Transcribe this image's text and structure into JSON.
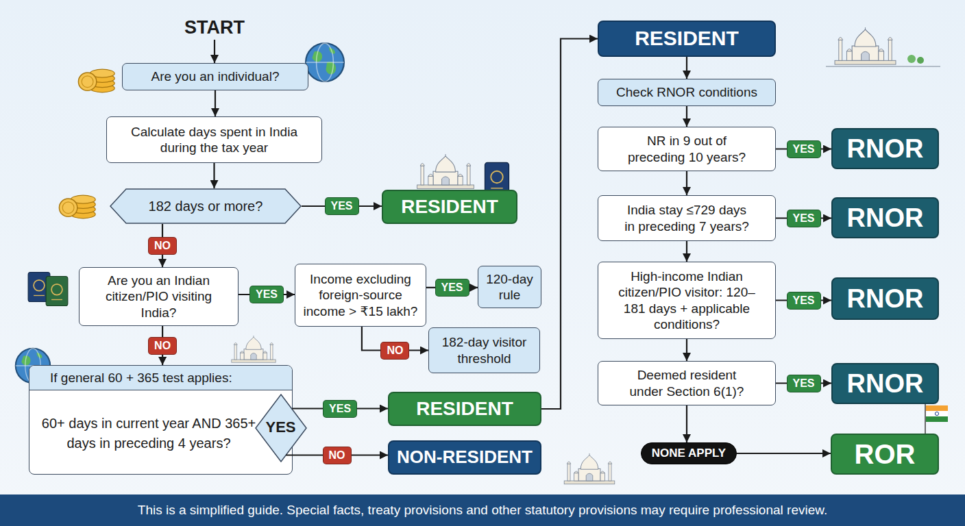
{
  "diagram": {
    "caption": "This is a simplified guide. Special facts, treaty provisions and other statutory provisions may require professional review.",
    "nodes": [
      {
        "text": [
          "START"
        ]
      },
      {
        "text": [
          "Are you an individual?"
        ]
      },
      {
        "text": [
          "Calculate days spent in India during the tax year"
        ]
      },
      {
        "text": [
          "182 days or more?"
        ]
      },
      {
        "text": [
          "RESIDENT"
        ]
      },
      {
        "text": [
          "Are you an Indian citizen/PIO visiting India?"
        ]
      },
      {
        "text": [
          "Income excluding foreign-source income > ₹15 lakh?"
        ]
      },
      {
        "text": [
          "120-day rule"
        ]
      },
      {
        "text": [
          "182-day visitor threshold"
        ]
      },
      {
        "text": [
          "If general 60 + 365 test applies:",
          "60+ days in current year AND 365+ days in preceding 4 years?"
        ]
      },
      {
        "text": [
          "YES"
        ],
        "in": 9
      },
      {
        "text": [
          "RESIDENT"
        ]
      },
      {
        "text": [
          "NON-RESIDENT"
        ]
      },
      {
        "text": [
          "RESIDENT"
        ]
      },
      {
        "text": [
          "Check RNOR conditions"
        ]
      },
      {
        "text": [
          "NR in 9 out of preceding 10 years?"
        ]
      },
      {
        "text": [
          "RNOR"
        ]
      },
      {
        "text": [
          "India stay ≤729 days in preceding 7 years?"
        ]
      },
      {
        "text": [
          "RNOR"
        ]
      },
      {
        "text": [
          "High-income Indian citizen/PIO visitor: 120–181 days + applicable conditions?"
        ]
      },
      {
        "text": [
          "RNOR"
        ]
      },
      {
        "text": [
          "Deemed resident under Section 6(1)?"
        ]
      },
      {
        "text": [
          "RNOR"
        ]
      },
      {
        "text": [
          "NONE APPLY"
        ]
      },
      {
        "text": [
          "ROR"
        ]
      }
    ],
    "edges": [
      {
        "from": 0,
        "to": 1,
        "arrow": "to"
      },
      {
        "from": 1,
        "to": 2,
        "arrow": "to"
      },
      {
        "from": 2,
        "to": 3,
        "arrow": "to"
      },
      {
        "from": 3,
        "to": 4,
        "label": "YES",
        "arrow": "to"
      },
      {
        "from": 3,
        "to": 5,
        "label": "NO",
        "arrow": "to"
      },
      {
        "from": 5,
        "to": 6,
        "label": "YES",
        "arrow": "to"
      },
      {
        "from": 6,
        "to": 7,
        "label": "YES",
        "arrow": "to"
      },
      {
        "from": 6,
        "to": 8,
        "label": "NO",
        "arrow": "to"
      },
      {
        "from": 5,
        "to": 9,
        "label": "NO",
        "arrow": "to"
      },
      {
        "from": 10,
        "to": 11,
        "label": "YES",
        "arrow": "to"
      },
      {
        "from": 10,
        "to": 12,
        "label": "NO",
        "arrow": "to"
      },
      {
        "from": 11,
        "to": 13,
        "arrow": "to"
      },
      {
        "from": 13,
        "to": 14,
        "arrow": "to"
      },
      {
        "from": 14,
        "to": 15,
        "arrow": "to"
      },
      {
        "from": 15,
        "to": 16,
        "label": "YES",
        "arrow": "to"
      },
      {
        "from": 15,
        "to": 17,
        "arrow": "to"
      },
      {
        "from": 17,
        "to": 18,
        "label": "YES",
        "arrow": "to"
      },
      {
        "from": 17,
        "to": 19,
        "arrow": "to"
      },
      {
        "from": 19,
        "to": 20,
        "label": "YES",
        "arrow": "to"
      },
      {
        "from": 19,
        "to": 21,
        "arrow": "to"
      },
      {
        "from": 21,
        "to": 22,
        "label": "YES",
        "arrow": "to"
      },
      {
        "from": 21,
        "to": 23,
        "arrow": "to"
      },
      {
        "from": 23,
        "to": 24,
        "arrow": "to"
      }
    ]
  }
}
